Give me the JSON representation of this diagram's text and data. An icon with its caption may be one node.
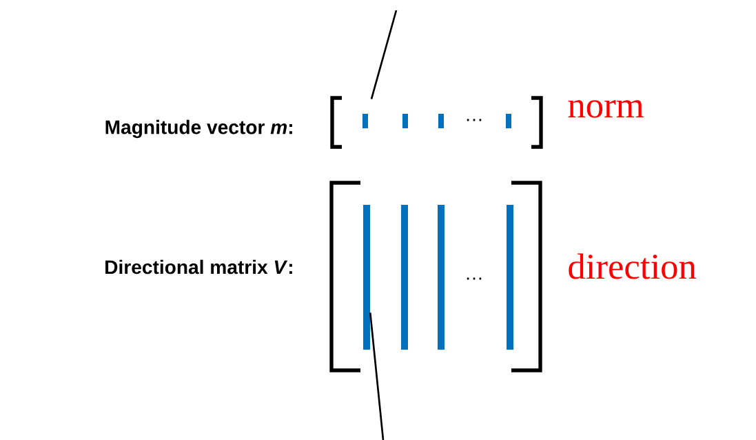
{
  "diagram": {
    "nodes": [
      {
        "text": [],
        "shape": "bar"
      },
      {
        "text": [],
        "shape": "bar"
      }
    ],
    "edges": [
      {
        "from": null,
        "to": 0,
        "arrow": "none"
      },
      {
        "from": null,
        "to": 1,
        "arrow": "none"
      }
    ],
    "labels": [
      "Magnitude vector *m*:",
      "…",
      "norm",
      "Directional matrix *V*:",
      "…",
      "direction"
    ]
  }
}
